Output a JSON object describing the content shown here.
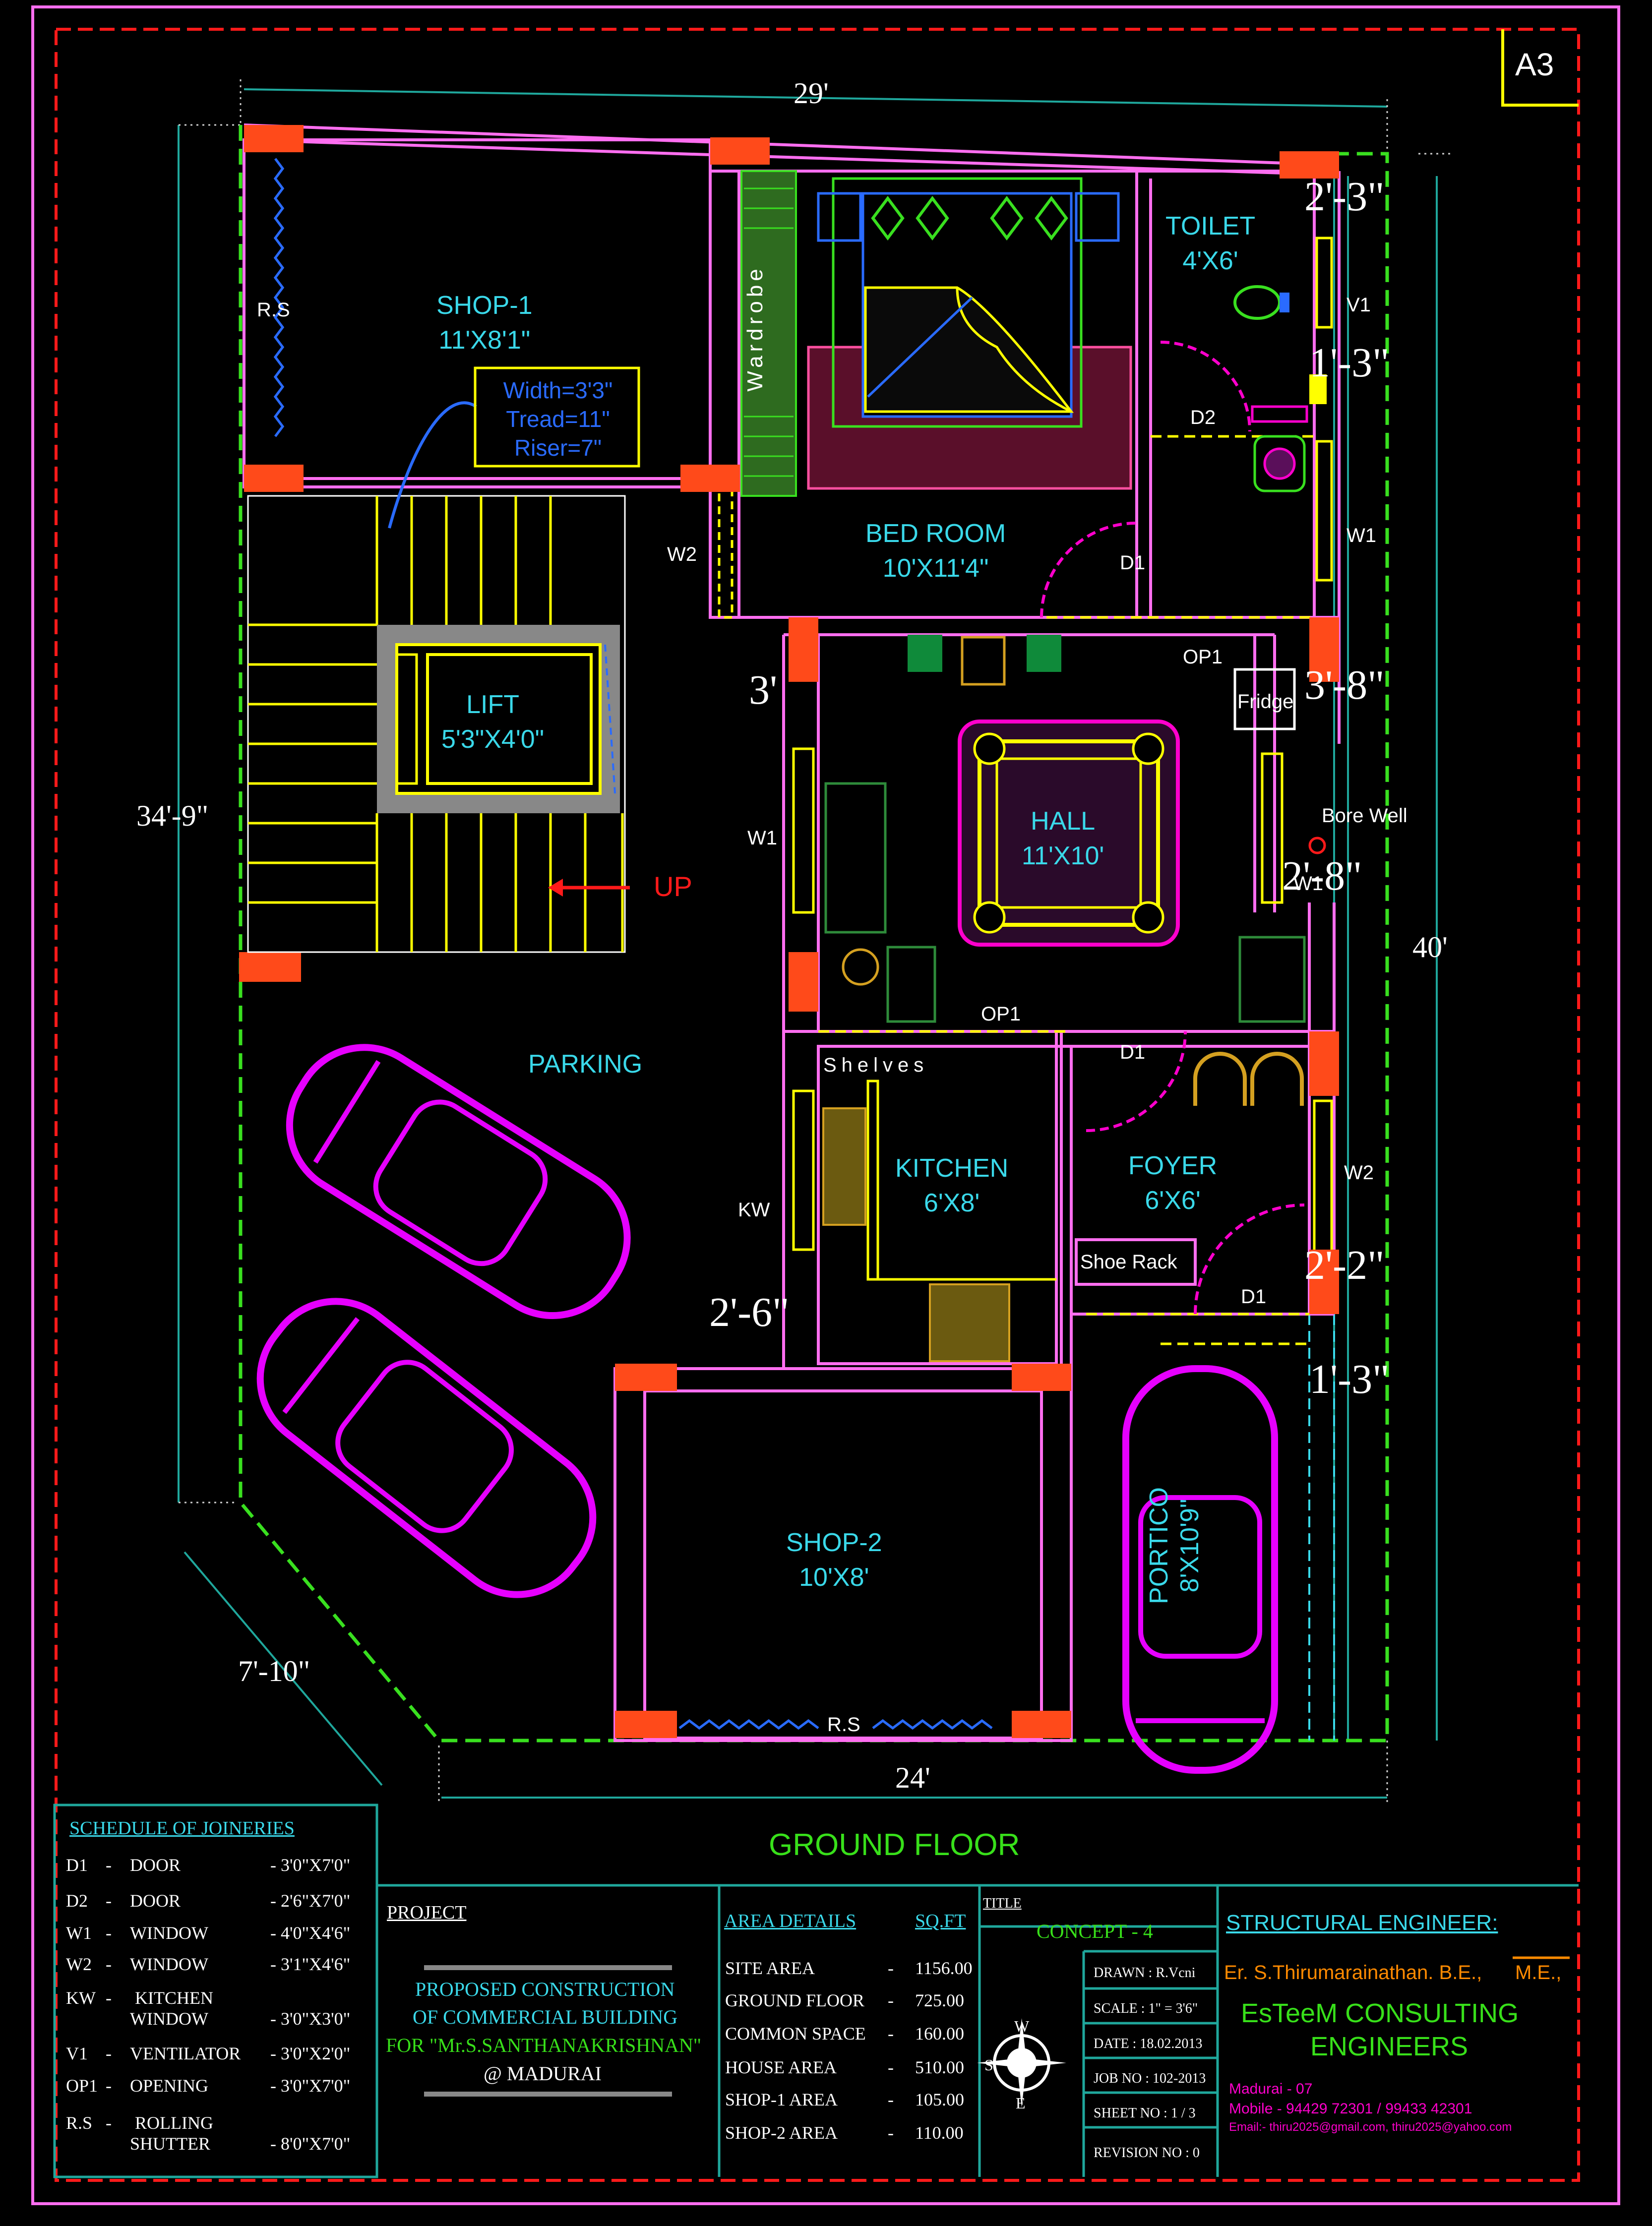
{
  "sheet": {
    "size_tag": "A3",
    "floor_title": "GROUND FLOOR"
  },
  "rooms": {
    "shop1": {
      "name": "SHOP-1",
      "size": "11'X8'1\""
    },
    "bedroom": {
      "name": "BED ROOM",
      "size": "10'X11'4\""
    },
    "toilet": {
      "name": "TOILET",
      "size": "4'X6'"
    },
    "lift": {
      "name": "LIFT",
      "size": "5'3\"X4'0\""
    },
    "hall": {
      "name": "HALL",
      "size": "11'X10'"
    },
    "parking": {
      "name": "PARKING"
    },
    "kitchen": {
      "name": "KITCHEN",
      "size": "6'X8'"
    },
    "foyer": {
      "name": "FOYER",
      "size": "6'X6'"
    },
    "shop2": {
      "name": "SHOP-2",
      "size": "10'X8'"
    },
    "portico": {
      "name": "PORTICO",
      "size": "8'X10'9\""
    }
  },
  "stair_note": {
    "width": "Width=3'3\"",
    "tread": "Tread=11\"",
    "riser": "Riser=7\""
  },
  "labels": {
    "wardrobe": "Wardrobe",
    "shelves": "Shelves",
    "shoe_rack": "Shoe Rack",
    "fridge": "Fridge",
    "bore_well": "Bore Well",
    "up": "UP",
    "rs_top": "R.S",
    "rs_bottom": "R.S",
    "d1_bed": "D1",
    "d2": "D2",
    "d1_foyer": "D1",
    "d1_front": "D1",
    "op1_top": "OP1",
    "op1_mid": "OP1",
    "w2_bed": "W2",
    "w1_hall": "W1",
    "kw": "KW",
    "v1": "V1",
    "w1_toilet": "W1",
    "w1_right": "W1",
    "w2_foyer": "W2"
  },
  "dimensions": {
    "top": "29'",
    "left": "34'-9\"",
    "right": "40'",
    "bottom": "24'",
    "diagonal": "7'-10\"",
    "r1": "2'-3\"",
    "r2": "1'-3\"",
    "r3": "3'-8\"",
    "r4": "2'-8\"",
    "r5": "2'-2\"",
    "r6": "1'-3\"",
    "hall_w": "3'",
    "kitchen_w": "2'-6\""
  },
  "schedule": {
    "title": "SCHEDULE OF JOINERIES",
    "rows": [
      {
        "code": "D1",
        "dash": "-",
        "type": "DOOR",
        "size": "- 3'0\"X7'0\""
      },
      {
        "code": "D2",
        "dash": "-",
        "type": "DOOR",
        "size": "- 2'6\"X7'0\""
      },
      {
        "code": "W1",
        "dash": "-",
        "type": "WINDOW",
        "size": "- 4'0\"X4'6\""
      },
      {
        "code": "W2",
        "dash": "-",
        "type": "WINDOW",
        "size": "- 3'1\"X4'6\""
      },
      {
        "code": "KW",
        "dash": "-",
        "type": "KITCHEN",
        "type2": "WINDOW",
        "size": "- 3'0\"X3'0\""
      },
      {
        "code": "V1",
        "dash": "-",
        "type": "VENTILATOR",
        "size": "- 3'0\"X2'0\""
      },
      {
        "code": "OP1",
        "dash": "-",
        "type": "OPENING",
        "size": "- 3'0\"X7'0\""
      },
      {
        "code": "R.S",
        "dash": "-",
        "type": "ROLLING",
        "type2": "SHUTTER",
        "size": "- 8'0\"X7'0\""
      }
    ]
  },
  "project": {
    "heading": "PROJECT",
    "line1": "PROPOSED CONSTRUCTION",
    "line2": "OF COMMERCIAL BUILDING",
    "line3": "FOR \"Mr.S.SANTHANAKRISHNAN\"",
    "line4": "@ MADURAI"
  },
  "area": {
    "heading": "AREA DETAILS",
    "unit": "SQ.FT",
    "rows": [
      {
        "label": "SITE AREA",
        "dash": "-",
        "value": "1156.00"
      },
      {
        "label": "GROUND FLOOR",
        "dash": "-",
        "value": "725.00"
      },
      {
        "label": "COMMON SPACE",
        "dash": "-",
        "value": "160.00"
      },
      {
        "label": "HOUSE AREA",
        "dash": "-",
        "value": "510.00"
      },
      {
        "label": "SHOP-1 AREA",
        "dash": "-",
        "value": "105.00"
      },
      {
        "label": "SHOP-2 AREA",
        "dash": "-",
        "value": "110.00"
      }
    ]
  },
  "title_block": {
    "heading": "TITLE",
    "concept": "CONCEPT - 4",
    "drawn": "DRAWN : R.Vcni",
    "scale": "SCALE : 1\" = 3'6\"",
    "date": "DATE : 18.02.2013",
    "job": "JOB NO : 102-2013",
    "sheet": "SHEET NO : 1 / 3",
    "revision": "REVISION NO : 0",
    "compass": {
      "w": "W",
      "s": "S",
      "e": "E"
    }
  },
  "engineer": {
    "heading": "STRUCTURAL ENGINEER:",
    "name": "Er. S.Thirumarainathan. B.E.,",
    "degree": "M.E.,",
    "firm1": "EsTeeM CONSULTING",
    "firm2": "ENGINEERS",
    "city": "Madurai - 07",
    "mobile": "Mobile - 94429 72301 / 99433 42301",
    "email": "Email:- thiru2025@gmail.com, thiru2025@yahoo.com"
  },
  "colors": {
    "background": "#000000",
    "wall": "#ff6ef0",
    "room_text": "#3ad9ea",
    "furniture": "#ffff00",
    "car": "#e600ff",
    "plot_line": "#39e01f",
    "border": "#ff1a1a",
    "column": "#ff4a1a",
    "dim_line": "#1fa79c",
    "title_text": "#38e01a"
  }
}
